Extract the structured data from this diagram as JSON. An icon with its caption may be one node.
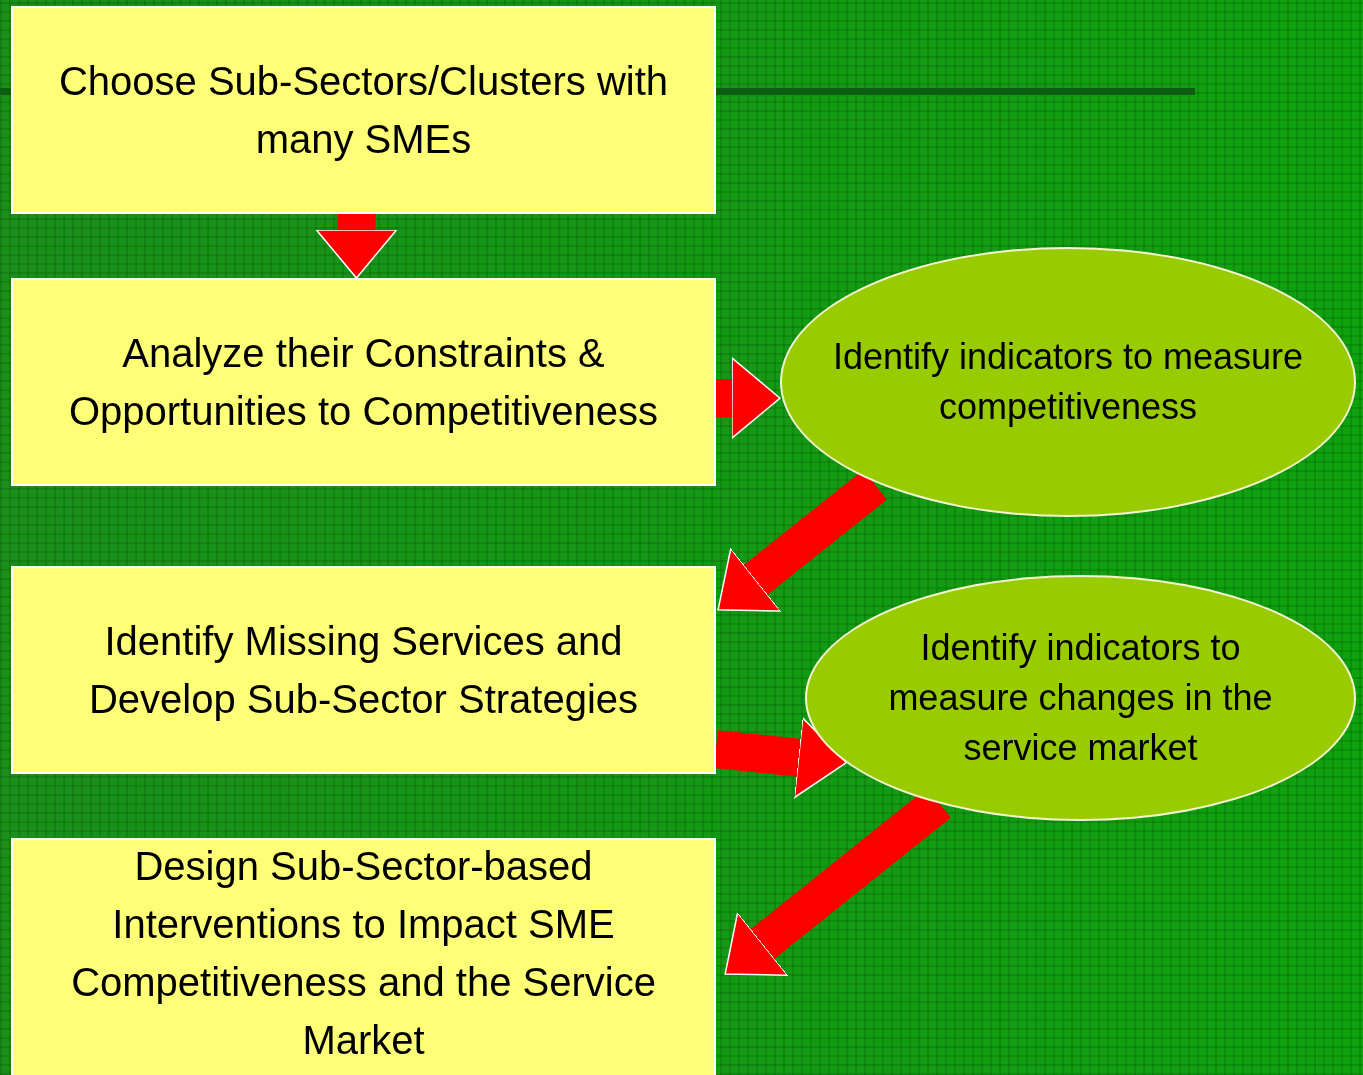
{
  "diagram": {
    "nodes": [
      {
        "text": [
          "Choose Sub-Sectors/Clusters with many SMEs"
        ]
      },
      {
        "text": [
          "Analyze their Constraints & Opportunities to Competitiveness"
        ]
      },
      {
        "text": [
          "Identify indicators to measure competitiveness"
        ]
      },
      {
        "text": [
          "Identify Missing Services and Develop Sub-Sector Strategies"
        ]
      },
      {
        "text": [
          "Identify indicators to measure changes in the service market"
        ]
      },
      {
        "text": [
          "Design Sub-Sector-based Interventions to Impact SME Competitiveness and the Service Market"
        ]
      }
    ],
    "edges": [
      {
        "from": 0,
        "to": 1,
        "arrow": "to"
      },
      {
        "from": 1,
        "to": 2,
        "arrow": "to"
      },
      {
        "from": 2,
        "to": 3,
        "arrow": "to"
      },
      {
        "from": 3,
        "to": 4,
        "arrow": "to"
      },
      {
        "from": 4,
        "to": 5,
        "arrow": "to"
      }
    ]
  }
}
